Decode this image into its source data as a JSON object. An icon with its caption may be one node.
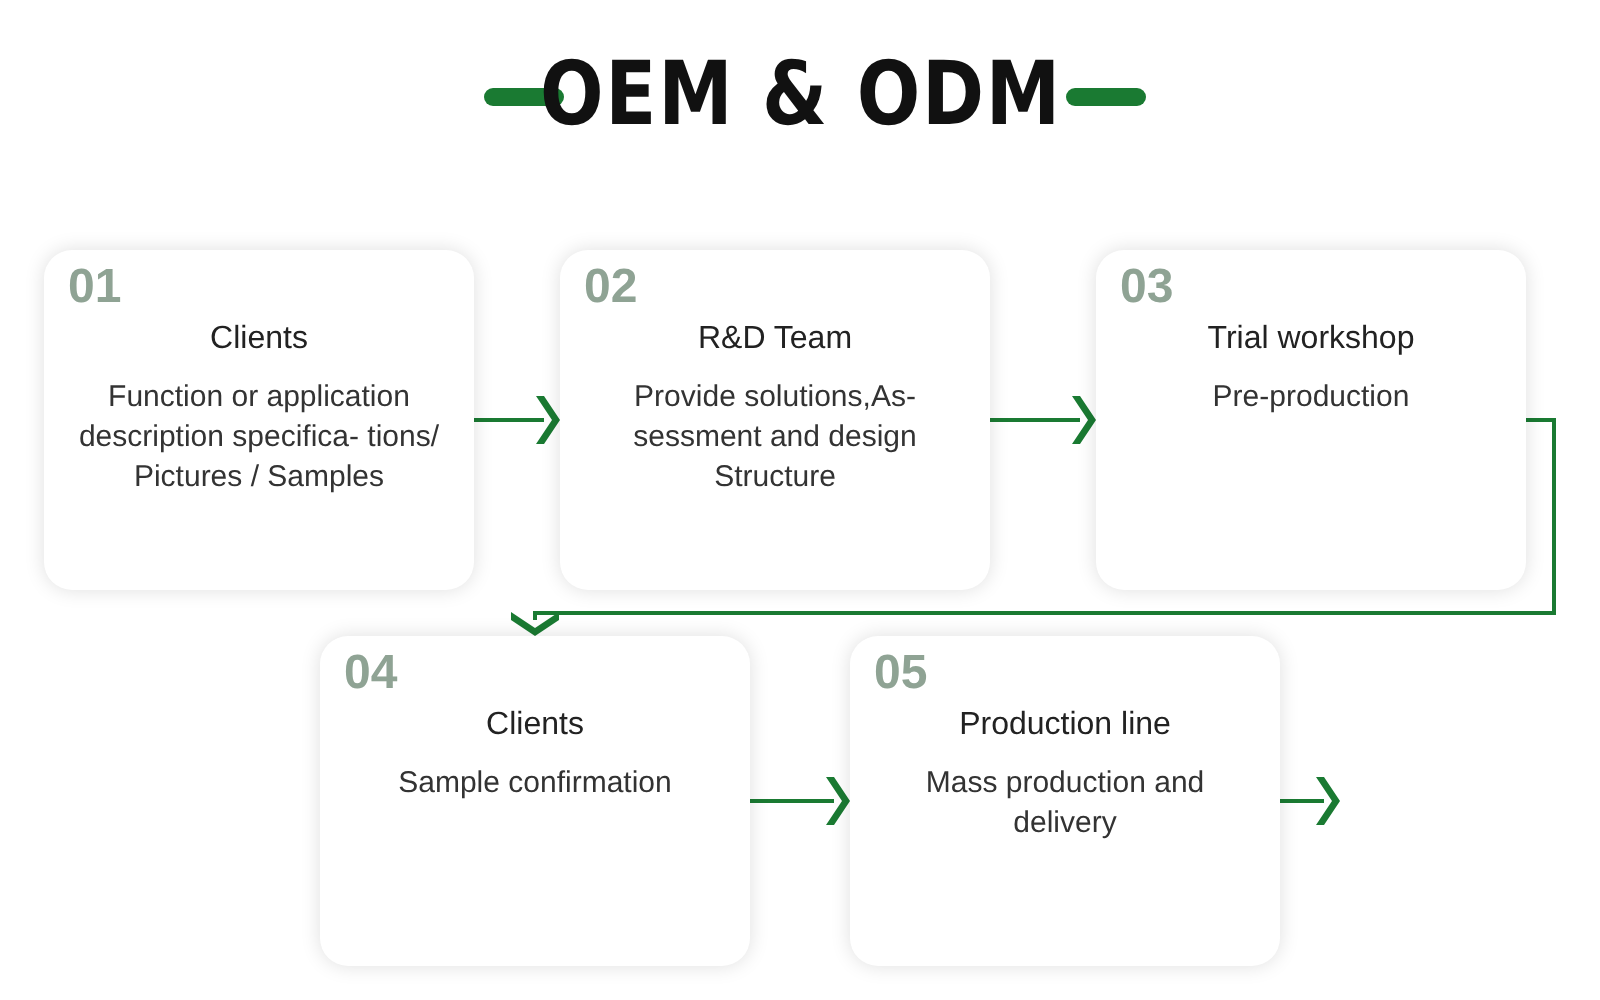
{
  "diagram": {
    "title": "OEM & ODM",
    "nodes": [
      {
        "text": [
          "01",
          "Clients",
          "Function or application description specifica- tions/ Pictures / Samples"
        ]
      },
      {
        "text": [
          "02",
          "R&D Team",
          "Provide solutions,As- sessment and design Structure"
        ]
      },
      {
        "text": [
          "03",
          "Trial workshop",
          "Pre-production"
        ]
      },
      {
        "text": [
          "04",
          "Clients",
          "Sample confirmation"
        ]
      },
      {
        "text": [
          "05",
          "Production line",
          "Mass production and delivery"
        ]
      }
    ],
    "edges": [
      {
        "from": 0,
        "to": 1,
        "arrow": "to"
      },
      {
        "from": 1,
        "to": 2,
        "arrow": "to"
      },
      {
        "from": 2,
        "to": 3,
        "arrow": "to"
      },
      {
        "from": 3,
        "to": 4,
        "arrow": "to"
      },
      {
        "from": 4,
        "to": null,
        "arrow": "to"
      }
    ]
  }
}
